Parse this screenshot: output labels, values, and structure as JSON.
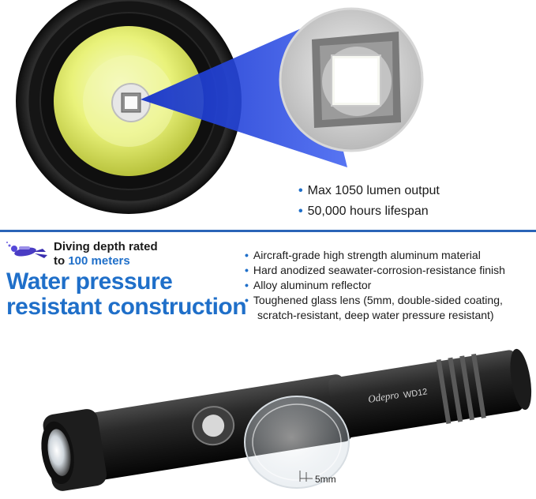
{
  "top_bullets": [
    "Max 1050 lumen output",
    "50,000 hours lifespan"
  ],
  "depth": {
    "line1": "Diving depth rated",
    "line2_prefix": "to",
    "line2_value": "100 meters"
  },
  "title": {
    "line1": "Water pressure",
    "line2": "resistant construction"
  },
  "specs": [
    "Aircraft-grade high strength aluminum material",
    "Hard anodized seawater-corrosion-resistance finish",
    "Alloy aluminum reflector"
  ],
  "spec_lens": {
    "line1": "Toughened glass lens (5mm, double-sided coating,",
    "line2": "scratch-resistant, deep water pressure resistant)"
  },
  "torch_branding": {
    "brand": "Odepro",
    "model": "WD12"
  },
  "lens_thickness_label": "5mm",
  "colors": {
    "accent": "#1f6fc9",
    "beam": "#1a3bd6"
  }
}
